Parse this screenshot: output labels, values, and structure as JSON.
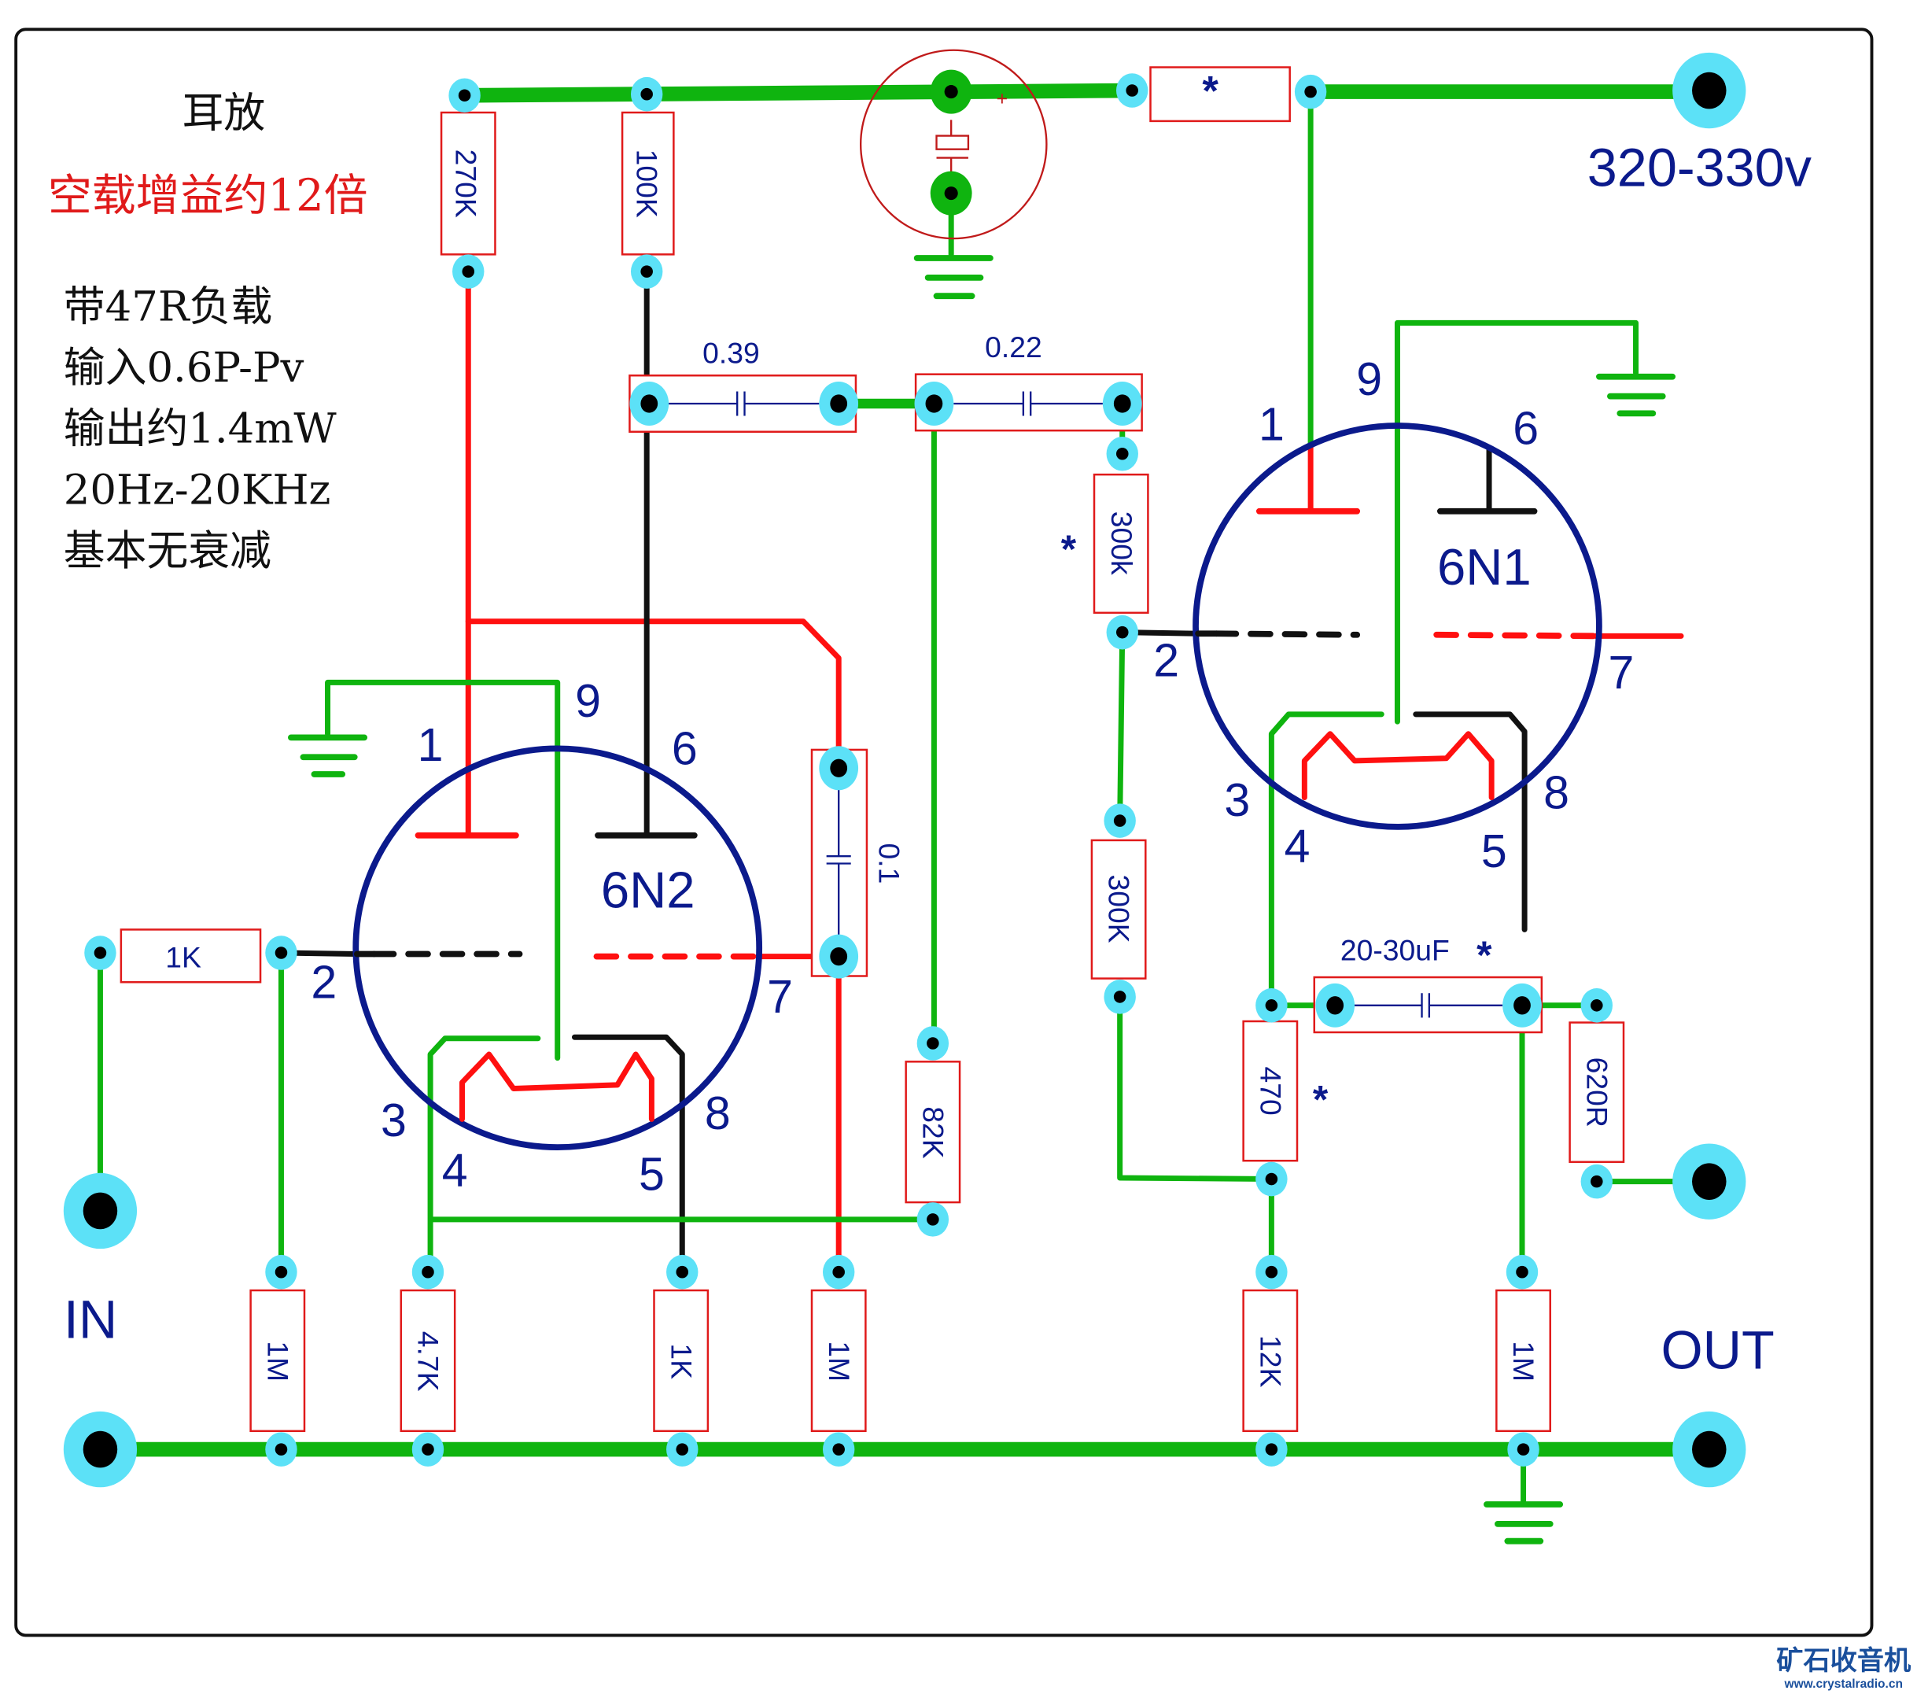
{
  "notes": {
    "title": "耳放",
    "gain": "空载增益约12倍",
    "lines": [
      "带47R负载",
      "输入0.6P-Pv",
      "输出约1.4mW",
      "20Hz-20KHz",
      "基本无衰减"
    ]
  },
  "colors": {
    "trace_green": "#0fb40f",
    "trace_red": "#ff1010",
    "trace_black": "#111111",
    "pad": "#5ce1f7",
    "label_blue": "#0b1a8c",
    "component_outline": "#e01a1a",
    "gain_text": "#e01a1a"
  },
  "supply": {
    "label": "320-330v"
  },
  "terminals": {
    "input": "IN",
    "output": "OUT"
  },
  "tubes": [
    {
      "name": "6N2",
      "pins": [
        "1",
        "9",
        "6",
        "2",
        "7",
        "3",
        "8",
        "4",
        "5"
      ]
    },
    {
      "name": "6N1",
      "pins": [
        "9",
        "1",
        "6",
        "2",
        "7",
        "3",
        "8",
        "4",
        "5"
      ]
    }
  ],
  "components": {
    "r_plate1": "270K",
    "r_plate2": "100K",
    "r_supply": "*",
    "c_coupling1": "0.39",
    "c_coupling2": "0.22",
    "c_feedback": "0.1",
    "r_grid_in": "1K",
    "r_82k": "82K",
    "r_300k_top": "300k",
    "r_300k_top_mark": "*",
    "r_300k_bottom": "300K",
    "r_470": "470",
    "r_470_mark": "*",
    "c_output": "20-30uF",
    "c_output_mark": "*",
    "r_620": "620R",
    "r_bottom": [
      "1M",
      "4.7K",
      "1K",
      "1M",
      "12K",
      "1M"
    ],
    "electrolytic_polarity": "+"
  },
  "watermark": {
    "name": "矿石收音机",
    "url": "www.crystalradio.cn"
  }
}
